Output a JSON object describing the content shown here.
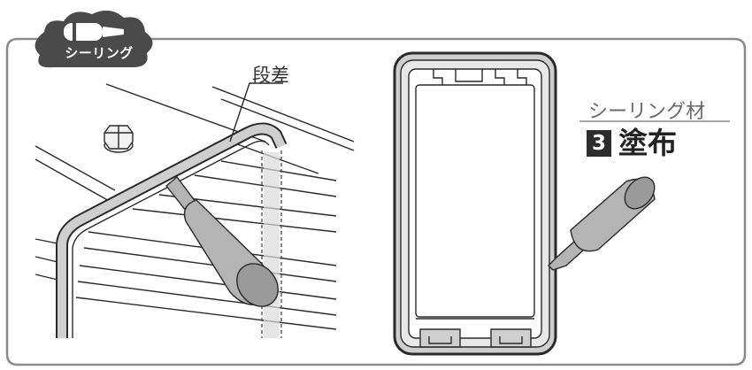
{
  "badge": {
    "label": "シーリング",
    "icon": "sealant-tube-icon",
    "color": "#4a4a4a"
  },
  "left_figure": {
    "callout": "段差"
  },
  "right_figure": {
    "callout": "シーリング材",
    "step": {
      "number": "3",
      "text": "塗布"
    }
  },
  "colors": {
    "frame": "#8a8a8a",
    "sealant": "#cfcfcf",
    "tube": "#b4b4b4",
    "line": "#2a2a2a"
  }
}
